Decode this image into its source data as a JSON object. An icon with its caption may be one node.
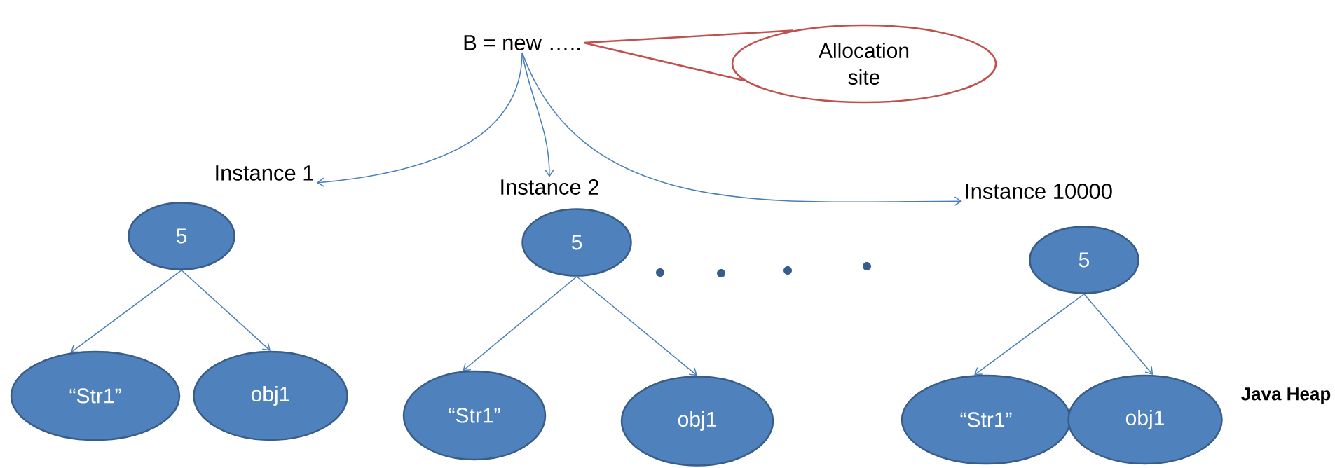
{
  "diagram": {
    "nodes": [
      {
        "text": [
          "B = new ….."
        ]
      },
      {
        "text": [
          "Allocation site"
        ]
      },
      {
        "text": [
          "Instance 1"
        ]
      },
      {
        "text": [
          "Instance 2"
        ]
      },
      {
        "text": [
          "Instance 10000"
        ]
      },
      {
        "text": [
          "5"
        ]
      },
      {
        "text": [
          "“Str1”"
        ]
      },
      {
        "text": [
          "obj1"
        ]
      },
      {
        "text": [
          "5"
        ]
      },
      {
        "text": [
          "“Str1”"
        ]
      },
      {
        "text": [
          "obj1"
        ]
      },
      {
        "text": [
          "5"
        ]
      },
      {
        "text": [
          "“Str1”"
        ]
      },
      {
        "text": [
          "obj1"
        ]
      }
    ],
    "edges": [
      {
        "from": 1,
        "to": 0,
        "arrow": "none",
        "color": "#c0504d"
      },
      {
        "from": 0,
        "to": 2,
        "arrow": "to"
      },
      {
        "from": 0,
        "to": 3,
        "arrow": "to"
      },
      {
        "from": 0,
        "to": 4,
        "arrow": "to"
      },
      {
        "from": 5,
        "to": 6,
        "arrow": "to"
      },
      {
        "from": 5,
        "to": 7,
        "arrow": "to"
      },
      {
        "from": 8,
        "to": 9,
        "arrow": "to"
      },
      {
        "from": 8,
        "to": 10,
        "arrow": "to"
      },
      {
        "from": 11,
        "to": 12,
        "arrow": "to"
      },
      {
        "from": 11,
        "to": 13,
        "arrow": "to"
      }
    ],
    "labels": [
      "Java Heap"
    ]
  }
}
